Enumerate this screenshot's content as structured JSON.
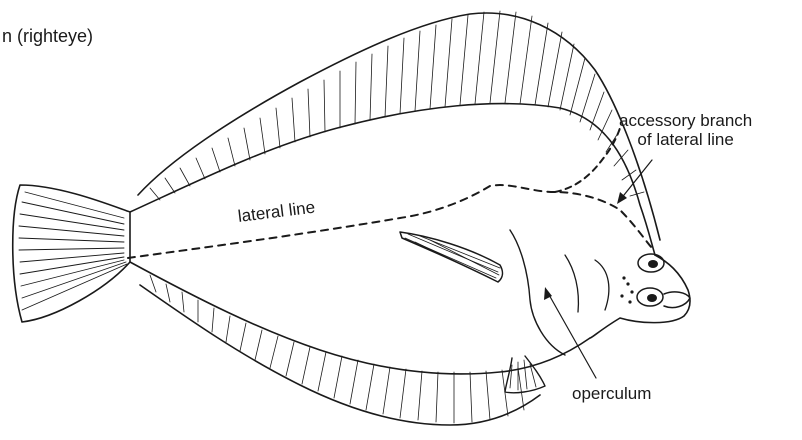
{
  "figure": {
    "title_fragment": "n (righteye)",
    "labels": {
      "accessory_branch": "accessory branch",
      "accessory_branch_line2": "of lateral line",
      "lateral_line": "lateral line",
      "operculum": "operculum"
    }
  }
}
